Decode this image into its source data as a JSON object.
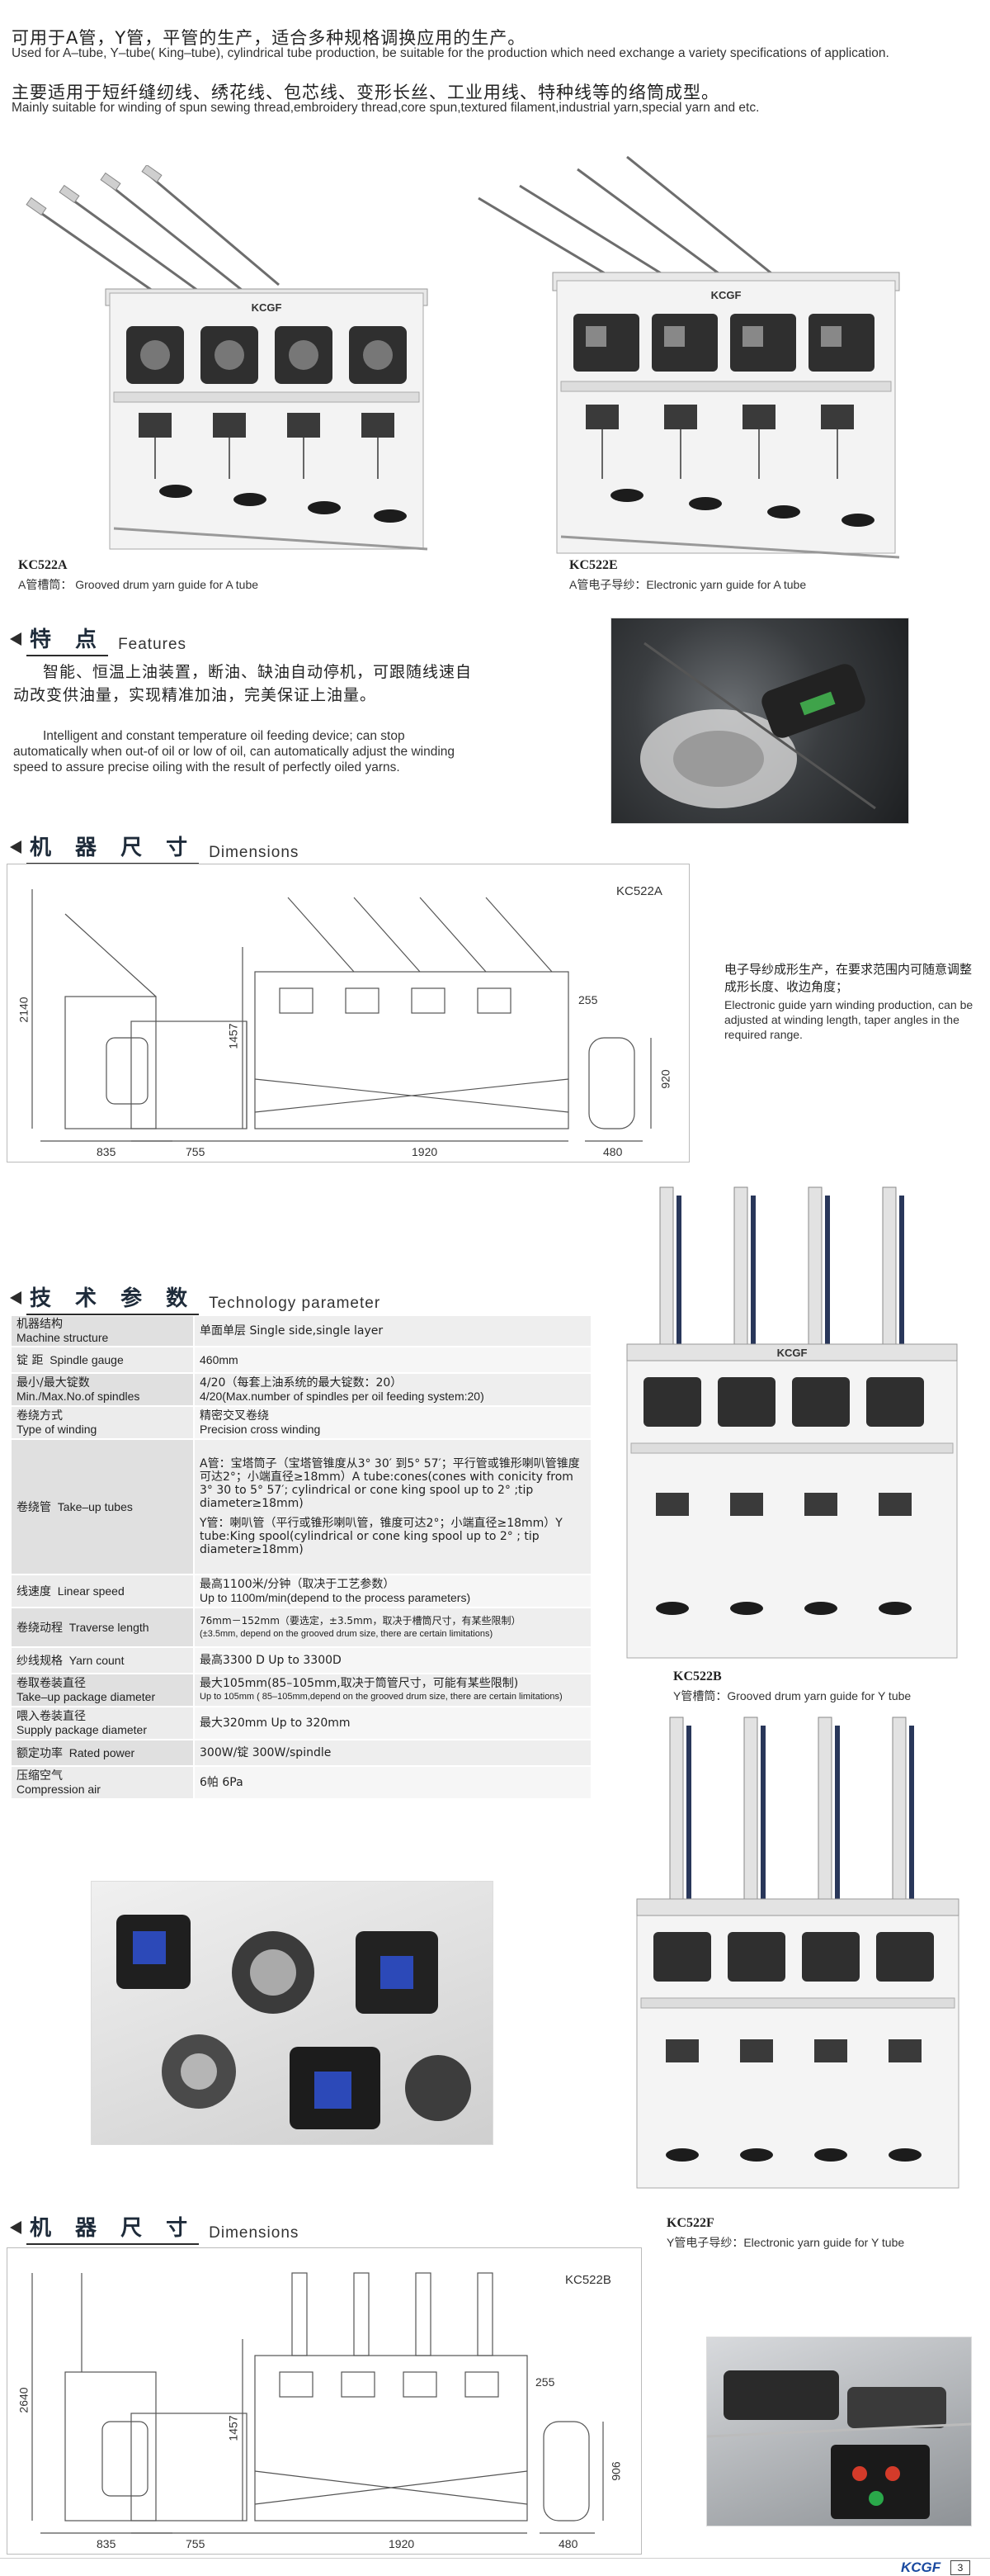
{
  "intro": {
    "zh_1": "可用于A管，Y管，平管的生产，适合多种规格调换应用的生产。",
    "en_1": "Used for A–tube, Y–tube( King–tube), cylindrical tube production, be suitable for the production which need exchange a variety specifications of application.",
    "zh_2": "主要适用于短纤缝纫线、绣花线、包芯线、变形长丝、工业用线、特种线等的络筒成型。",
    "en_2": "Mainly suitable for winding of spun sewing thread,embroidery thread,core spun,textured filament,industrial yarn,special yarn and etc."
  },
  "machines": {
    "a": {
      "model": "KC522A",
      "caption": "A管槽筒： Grooved drum yarn guide for A tube",
      "brand": "KCGF"
    },
    "e": {
      "model": "KC522E",
      "caption": "A管电子导纱：Electronic yarn guide for A tube",
      "brand": "KCGF"
    },
    "b": {
      "model": "KC522B",
      "caption": "Y管槽筒：Grooved drum yarn guide for Y tube",
      "brand": "KCGF"
    },
    "f": {
      "model": "KC522F",
      "caption": "Y管电子导纱：Electronic yarn guide for Y tube"
    }
  },
  "features": {
    "title_zh": "特 点",
    "title_en": "Features",
    "zh": "智能、恒温上油装置，断油、缺油自动停机，可跟随线速自动改变供油量，实现精准加油，完美保证上油量。",
    "en": "Intelligent and constant temperature oil feeding device; can stop automatically when out-of oil or low of oil, can automatically adjust the winding speed to assure precise oiling with the result of perfectly oiled yarns."
  },
  "dimensions_a": {
    "title_zh": "机 器 尺 寸",
    "title_en": "Dimensions",
    "model": "KC522A",
    "labels": {
      "h1": "2140",
      "w1": "835",
      "h2": "1457",
      "w2": "755",
      "w3": "1920",
      "d1": "255",
      "h3": "920",
      "w4": "480"
    }
  },
  "electronic_note": {
    "zh": "电子导纱成形生产，在要求范围内可随意调整成形长度、收边角度；",
    "en": "Electronic guide yarn winding production, can be adjusted at winding length, taper angles in the required range."
  },
  "technology": {
    "title_zh": "技 术 参 数",
    "title_en": "Technology parameter",
    "rows": [
      {
        "k_zh": "机器结构",
        "k_en": "Machine structure",
        "v1": "单面单层 Single side,single layer",
        "v2": ""
      },
      {
        "k_zh": "锭 距",
        "k_en": "Spindle gauge",
        "v1": "460mm",
        "v2": ""
      },
      {
        "k_zh": "最小/最大锭数",
        "k_en": "Min./Max.No.of spindles",
        "v1": "4/20（每套上油系统的最大锭数：20）",
        "v2": "4/20(Max.number of spindles per oil feeding system:20)"
      },
      {
        "k_zh": "卷绕方式",
        "k_en": "Type of winding",
        "v1": "精密交叉卷绕",
        "v2": "Precision cross winding"
      },
      {
        "k_zh": "卷绕管",
        "k_en": "Take–up tubes",
        "v1": "A管：宝塔筒子（宝塔管锥度从3° 30′ 到5° 57′；平行管或锥形喇叭管锥度可达2°；小端直径≥18mm）A tube:cones(cones with conicity from 3° 30 to 5° 57′; cylindrical or cone king spool up to 2° ;tip diameter≥18mm)",
        "v2": "Y管：喇叭管（平行或锥形喇叭管，锥度可达2°；小端直径≥18mm）Y tube:King spool(cylindrical or cone king spool up to 2° ; tip diameter≥18mm)"
      },
      {
        "k_zh": "线速度",
        "k_en": "Linear speed",
        "v1": "最高1100米/分钟（取决于工艺参数）",
        "v2": "Up to 1100m/min(depend to the process parameters)"
      },
      {
        "k_zh": "卷绕动程",
        "k_en": "Traverse length",
        "v1": "76mm－152mm（要选定，±3.5mm，取决于槽筒尺寸，有某些限制）",
        "v2": "(±3.5mm, depend on the grooved drum size, there are certain limitations)"
      },
      {
        "k_zh": "纱线规格",
        "k_en": "Yarn count",
        "v1": "最高3300 D      Up to 3300D",
        "v2": ""
      },
      {
        "k_zh": "卷取卷装直径",
        "k_en": "Take–up package diameter",
        "v1": "最大105mm(85–105mm,取决于筒管尺寸，可能有某些限制)",
        "v2": "Up to 105mm ( 85–105mm,depend on the grooved drum size, there are certain limitations)"
      },
      {
        "k_zh": "喂入卷装直径",
        "k_en": "Supply package diameter",
        "v1": "最大320mm      Up to 320mm",
        "v2": ""
      },
      {
        "k_zh": "额定功率",
        "k_en": "Rated power",
        "v1": "300W/锭       300W/spindle",
        "v2": ""
      },
      {
        "k_zh": "压缩空气",
        "k_en": "Compression air",
        "v1": "6帕  6Pa",
        "v2": ""
      }
    ]
  },
  "dimensions_b": {
    "title_zh": "机 器 尺 寸",
    "title_en": "Dimensions",
    "model": "KC522B",
    "labels": {
      "h1": "2640",
      "w1": "835",
      "h2": "1457",
      "w2": "755",
      "w3": "1920",
      "d1": "255",
      "h3": "906",
      "w4": "480"
    }
  },
  "footer": {
    "brand": "KCGF",
    "page": "3"
  },
  "colors": {
    "accent": "#1e2b3a",
    "band": "#e0e0e0",
    "brand_blue": "#1a4aa0"
  }
}
